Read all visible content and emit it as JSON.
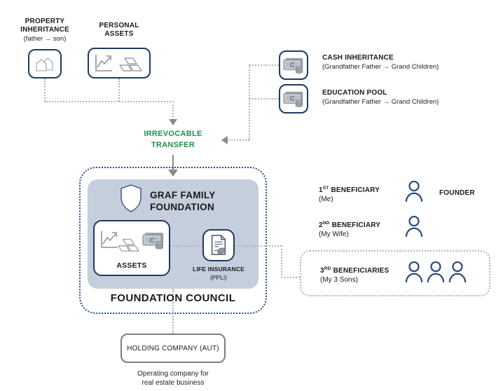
{
  "colors": {
    "accent_green": "#1f8f4f",
    "navy_border": "#1f3a60",
    "panel_fill": "#c5cedd",
    "outline_blue": "#2a4a8f",
    "dotted_gray": "#b3b3b3",
    "arrow_gray": "#8a8a8a"
  },
  "sources": {
    "property": {
      "title": "PROPERTY\nINHERITANCE",
      "subtitle": "(father → son)"
    },
    "personal": {
      "title": "PERSONAL\nASSETS"
    }
  },
  "inflows": {
    "cash": {
      "title": "CASH INHERITANCE",
      "subtitle": "(Grandfather Father → Grand Children)"
    },
    "education": {
      "title": "EDUCATION POOL",
      "subtitle": "(Grandfather Father → Grand Children)"
    }
  },
  "transfer_label": "IRREVOCABLE\nTRANSFER",
  "foundation": {
    "title": "GRAF FAMILY\nFOUNDATION",
    "assets_label": "ASSETS",
    "insurance_label": "LIFE INSURANCE",
    "insurance_sub": "(PPLI)",
    "council_label": "FOUNDATION COUNCIL"
  },
  "beneficiaries": [
    {
      "ord": "1",
      "suffix": "ST",
      "label": "BENEFICIARY",
      "sub": "(Me)",
      "tag": "FOUNDER"
    },
    {
      "ord": "2",
      "suffix": "ND",
      "label": "BENEFICIARY",
      "sub": "(My Wife)"
    },
    {
      "ord": "3",
      "suffix": "RD",
      "label": "BENEFICIARIES",
      "sub": "(My 3 Sons)"
    }
  ],
  "holding": {
    "title": "HOLDING COMPANY (AUT)",
    "caption": "Operating company for\nreal estate business"
  }
}
